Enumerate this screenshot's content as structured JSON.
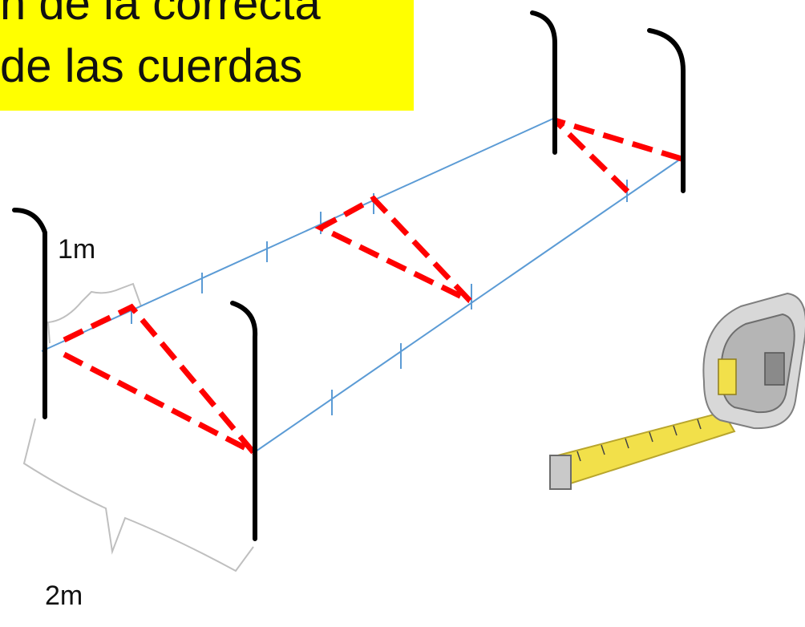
{
  "title": {
    "line1": "n de la correcta",
    "line2": "de las cuerdas"
  },
  "labels": {
    "one_meter": "1m",
    "two_meters": "2m"
  },
  "colors": {
    "highlight": "#ffff00",
    "stake": "#000000",
    "rope": "#5b9bd5",
    "diagonal": "#ff0000",
    "bracket": "#bfbfbf"
  },
  "illustration": {
    "tape_measure": "tape-measure-icon"
  }
}
